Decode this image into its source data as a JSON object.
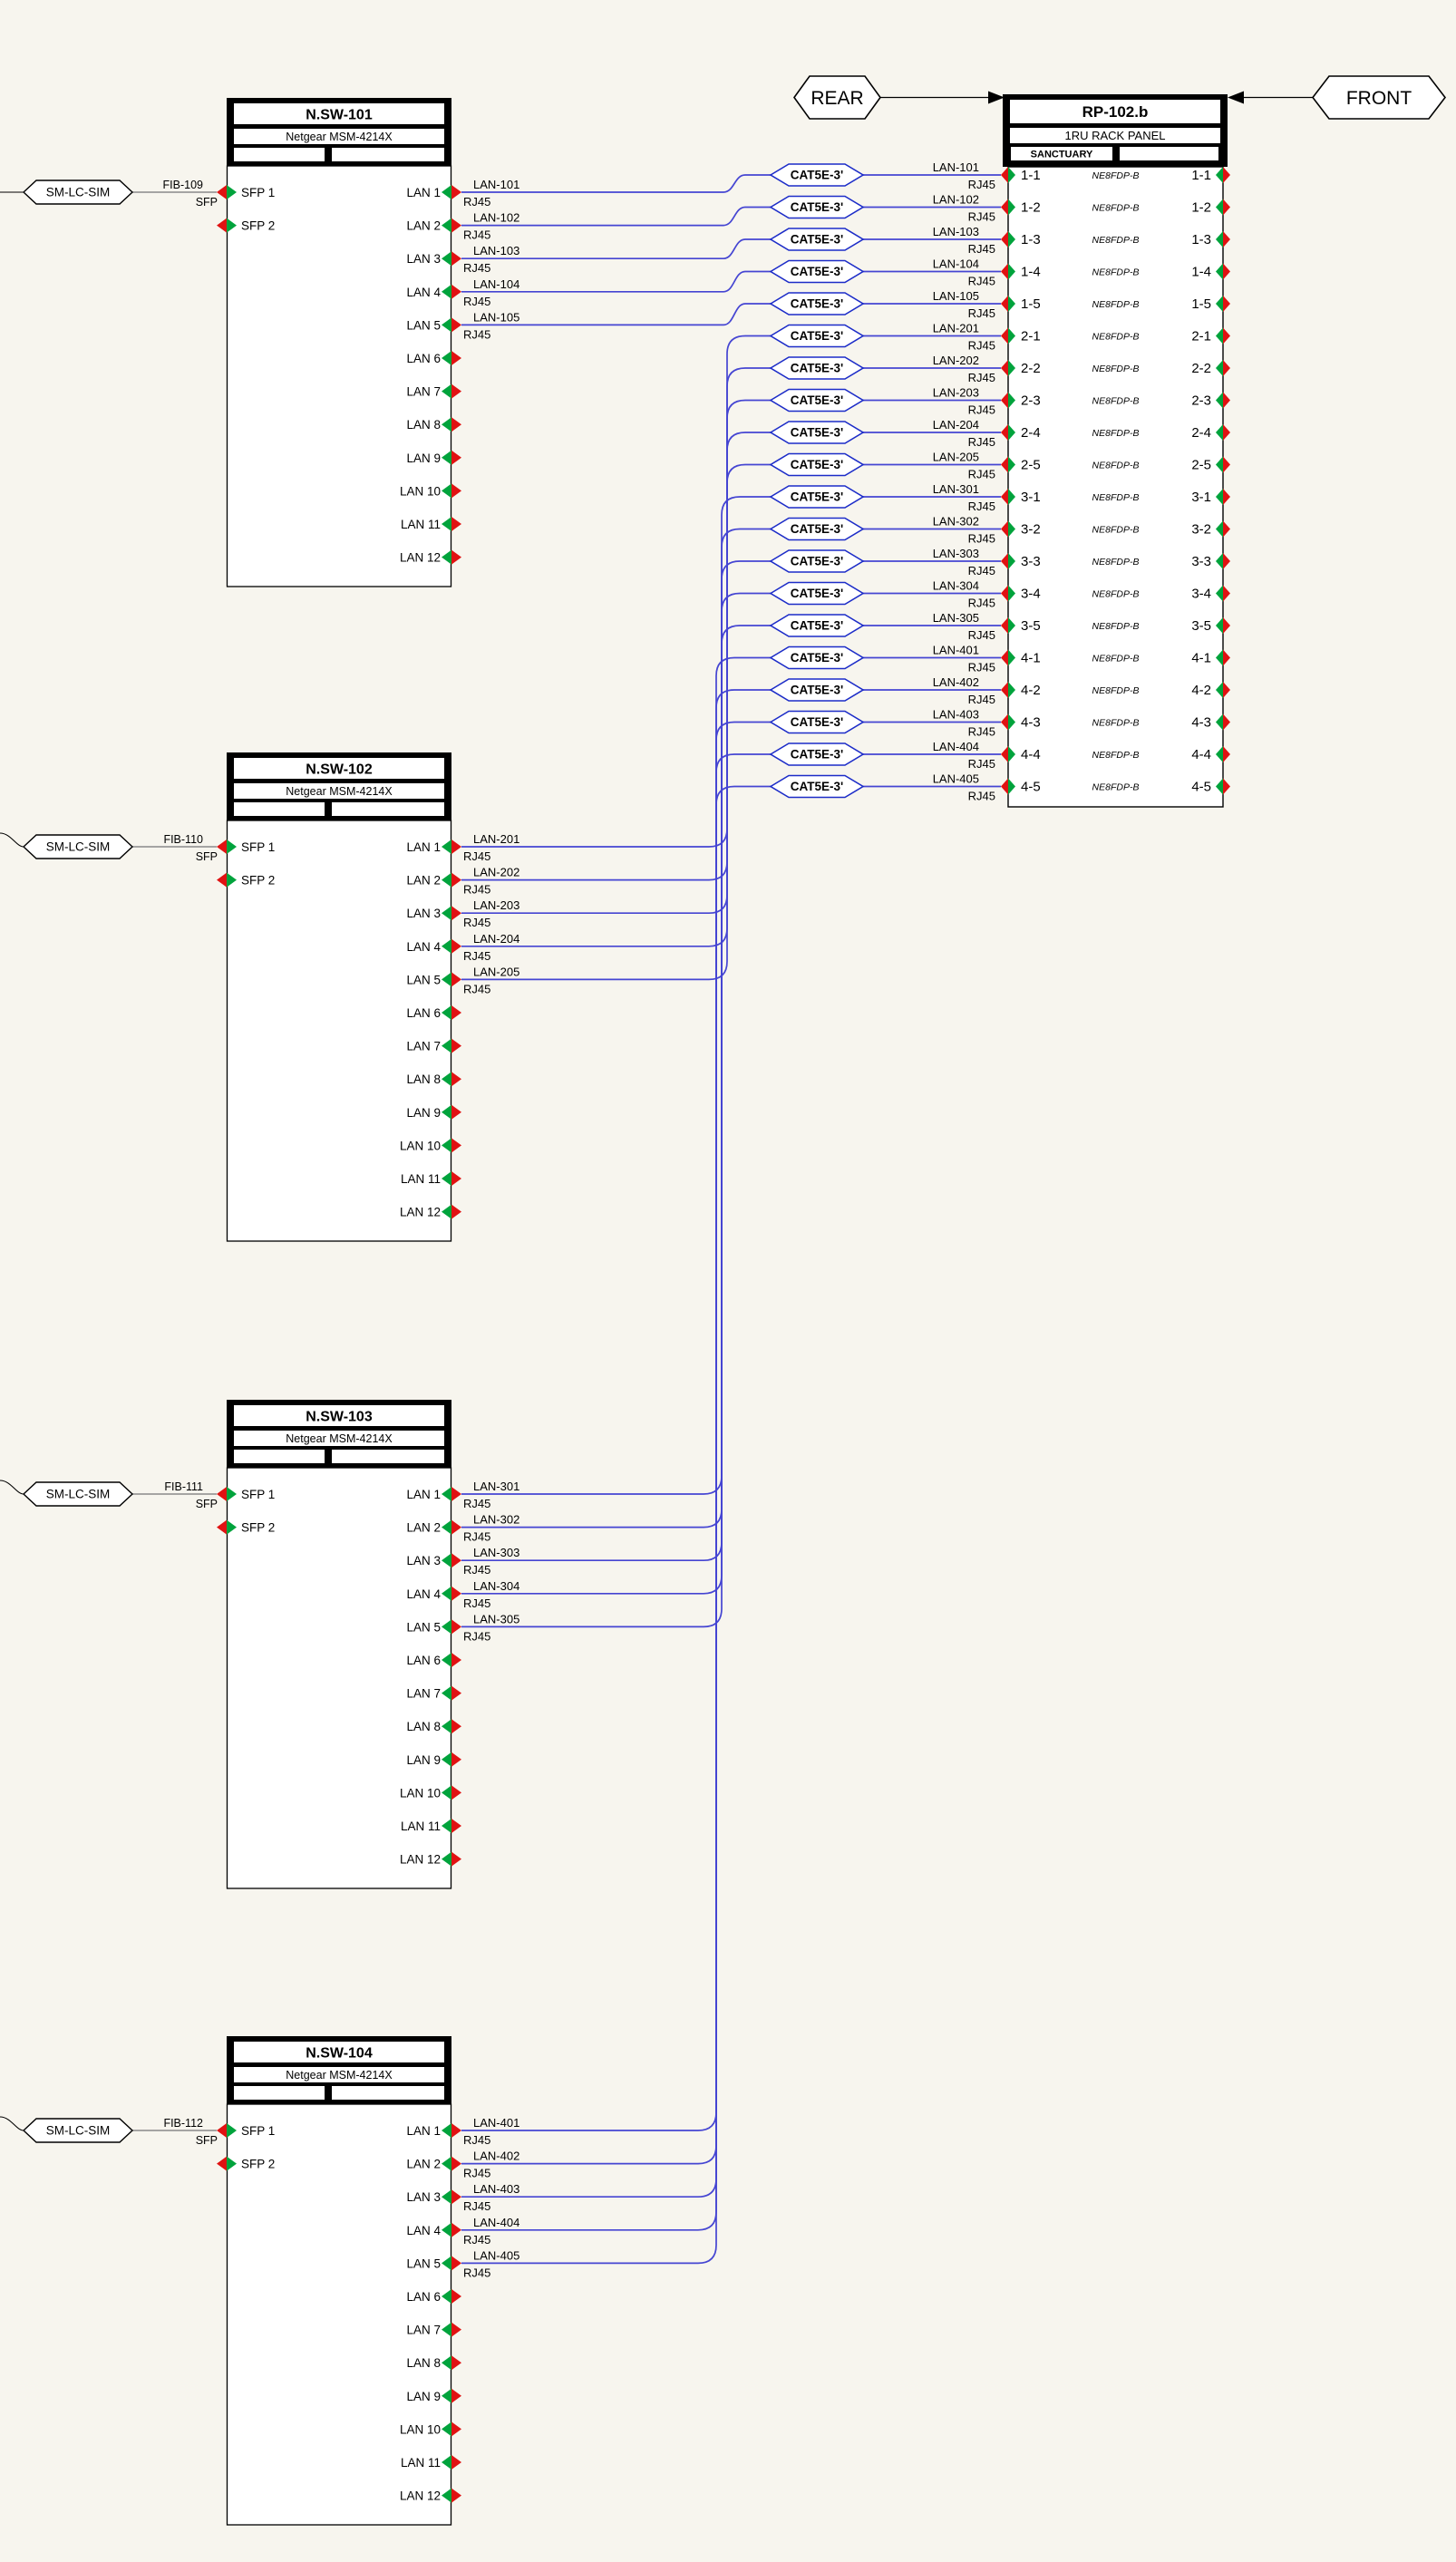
{
  "colors": {
    "background": "#F7F5EE",
    "ink": "#000000",
    "wire": "#4545D2",
    "cable_badge": "#1C2CC8",
    "location_text": "#0857E0",
    "device_text": "#8E8E8E",
    "port_green": "#00A33C",
    "port_red": "#E01212",
    "fiber_wire": "#8A8A8A"
  },
  "banners": {
    "rear": "REAR",
    "front": "FRONT"
  },
  "panel": {
    "id": "RP-102.b",
    "type": "1RU RACK PANEL",
    "location": "SANCTUARY",
    "rows": [
      {
        "rear": "1-1",
        "front": "1-1",
        "device": "NE8FDP-B",
        "cable": "CAT5E-3'"
      },
      {
        "rear": "1-2",
        "front": "1-2",
        "device": "NE8FDP-B",
        "cable": "CAT5E-3'"
      },
      {
        "rear": "1-3",
        "front": "1-3",
        "device": "NE8FDP-B",
        "cable": "CAT5E-3'"
      },
      {
        "rear": "1-4",
        "front": "1-4",
        "device": "NE8FDP-B",
        "cable": "CAT5E-3'"
      },
      {
        "rear": "1-5",
        "front": "1-5",
        "device": "NE8FDP-B",
        "cable": "CAT5E-3'"
      },
      {
        "rear": "2-1",
        "front": "2-1",
        "device": "NE8FDP-B",
        "cable": "CAT5E-3'"
      },
      {
        "rear": "2-2",
        "front": "2-2",
        "device": "NE8FDP-B",
        "cable": "CAT5E-3'"
      },
      {
        "rear": "2-3",
        "front": "2-3",
        "device": "NE8FDP-B",
        "cable": "CAT5E-3'"
      },
      {
        "rear": "2-4",
        "front": "2-4",
        "device": "NE8FDP-B",
        "cable": "CAT5E-3'"
      },
      {
        "rear": "2-5",
        "front": "2-5",
        "device": "NE8FDP-B",
        "cable": "CAT5E-3'"
      },
      {
        "rear": "3-1",
        "front": "3-1",
        "device": "NE8FDP-B",
        "cable": "CAT5E-3'"
      },
      {
        "rear": "3-2",
        "front": "3-2",
        "device": "NE8FDP-B",
        "cable": "CAT5E-3'"
      },
      {
        "rear": "3-3",
        "front": "3-3",
        "device": "NE8FDP-B",
        "cable": "CAT5E-3'"
      },
      {
        "rear": "3-4",
        "front": "3-4",
        "device": "NE8FDP-B",
        "cable": "CAT5E-3'"
      },
      {
        "rear": "3-5",
        "front": "3-5",
        "device": "NE8FDP-B",
        "cable": "CAT5E-3'"
      },
      {
        "rear": "4-1",
        "front": "4-1",
        "device": "NE8FDP-B",
        "cable": "CAT5E-3'"
      },
      {
        "rear": "4-2",
        "front": "4-2",
        "device": "NE8FDP-B",
        "cable": "CAT5E-3'"
      },
      {
        "rear": "4-3",
        "front": "4-3",
        "device": "NE8FDP-B",
        "cable": "CAT5E-3'"
      },
      {
        "rear": "4-4",
        "front": "4-4",
        "device": "NE8FDP-B",
        "cable": "CAT5E-3'"
      },
      {
        "rear": "4-5",
        "front": "4-5",
        "device": "NE8FDP-B",
        "cable": "CAT5E-3'"
      }
    ]
  },
  "switches": [
    {
      "id": "N.SW-101",
      "model": "Netgear MSM-4214X",
      "fiber": {
        "connector": "SM-LC-SIM",
        "cable": "FIB-109",
        "type_label": "SFP"
      },
      "sfp_ports": [
        "SFP 1",
        "SFP 2"
      ],
      "lan_ports": [
        "LAN 1",
        "LAN 2",
        "LAN 3",
        "LAN 4",
        "LAN 5",
        "LAN 6",
        "LAN 7",
        "LAN 8",
        "LAN 9",
        "LAN 10",
        "LAN 11",
        "LAN 12"
      ],
      "wires": [
        {
          "circuit": "LAN-101",
          "connector": "RJ45"
        },
        {
          "circuit": "LAN-102",
          "connector": "RJ45"
        },
        {
          "circuit": "LAN-103",
          "connector": "RJ45"
        },
        {
          "circuit": "LAN-104",
          "connector": "RJ45"
        },
        {
          "circuit": "LAN-105",
          "connector": "RJ45"
        }
      ]
    },
    {
      "id": "N.SW-102",
      "model": "Netgear MSM-4214X",
      "fiber": {
        "connector": "SM-LC-SIM",
        "cable": "FIB-110",
        "type_label": "SFP"
      },
      "sfp_ports": [
        "SFP 1",
        "SFP 2"
      ],
      "lan_ports": [
        "LAN 1",
        "LAN 2",
        "LAN 3",
        "LAN 4",
        "LAN 5",
        "LAN 6",
        "LAN 7",
        "LAN 8",
        "LAN 9",
        "LAN 10",
        "LAN 11",
        "LAN 12"
      ],
      "wires": [
        {
          "circuit": "LAN-201",
          "connector": "RJ45"
        },
        {
          "circuit": "LAN-202",
          "connector": "RJ45"
        },
        {
          "circuit": "LAN-203",
          "connector": "RJ45"
        },
        {
          "circuit": "LAN-204",
          "connector": "RJ45"
        },
        {
          "circuit": "LAN-205",
          "connector": "RJ45"
        }
      ]
    },
    {
      "id": "N.SW-103",
      "model": "Netgear MSM-4214X",
      "fiber": {
        "connector": "SM-LC-SIM",
        "cable": "FIB-111",
        "type_label": "SFP"
      },
      "sfp_ports": [
        "SFP 1",
        "SFP 2"
      ],
      "lan_ports": [
        "LAN 1",
        "LAN 2",
        "LAN 3",
        "LAN 4",
        "LAN 5",
        "LAN 6",
        "LAN 7",
        "LAN 8",
        "LAN 9",
        "LAN 10",
        "LAN 11",
        "LAN 12"
      ],
      "wires": [
        {
          "circuit": "LAN-301",
          "connector": "RJ45"
        },
        {
          "circuit": "LAN-302",
          "connector": "RJ45"
        },
        {
          "circuit": "LAN-303",
          "connector": "RJ45"
        },
        {
          "circuit": "LAN-304",
          "connector": "RJ45"
        },
        {
          "circuit": "LAN-305",
          "connector": "RJ45"
        }
      ]
    },
    {
      "id": "N.SW-104",
      "model": "Netgear MSM-4214X",
      "fiber": {
        "connector": "SM-LC-SIM",
        "cable": "FIB-112",
        "type_label": "SFP"
      },
      "sfp_ports": [
        "SFP 1",
        "SFP 2"
      ],
      "lan_ports": [
        "LAN 1",
        "LAN 2",
        "LAN 3",
        "LAN 4",
        "LAN 5",
        "LAN 6",
        "LAN 7",
        "LAN 8",
        "LAN 9",
        "LAN 10",
        "LAN 11",
        "LAN 12"
      ],
      "wires": [
        {
          "circuit": "LAN-401",
          "connector": "RJ45"
        },
        {
          "circuit": "LAN-402",
          "connector": "RJ45"
        },
        {
          "circuit": "LAN-403",
          "connector": "RJ45"
        },
        {
          "circuit": "LAN-404",
          "connector": "RJ45"
        },
        {
          "circuit": "LAN-405",
          "connector": "RJ45"
        }
      ]
    }
  ]
}
